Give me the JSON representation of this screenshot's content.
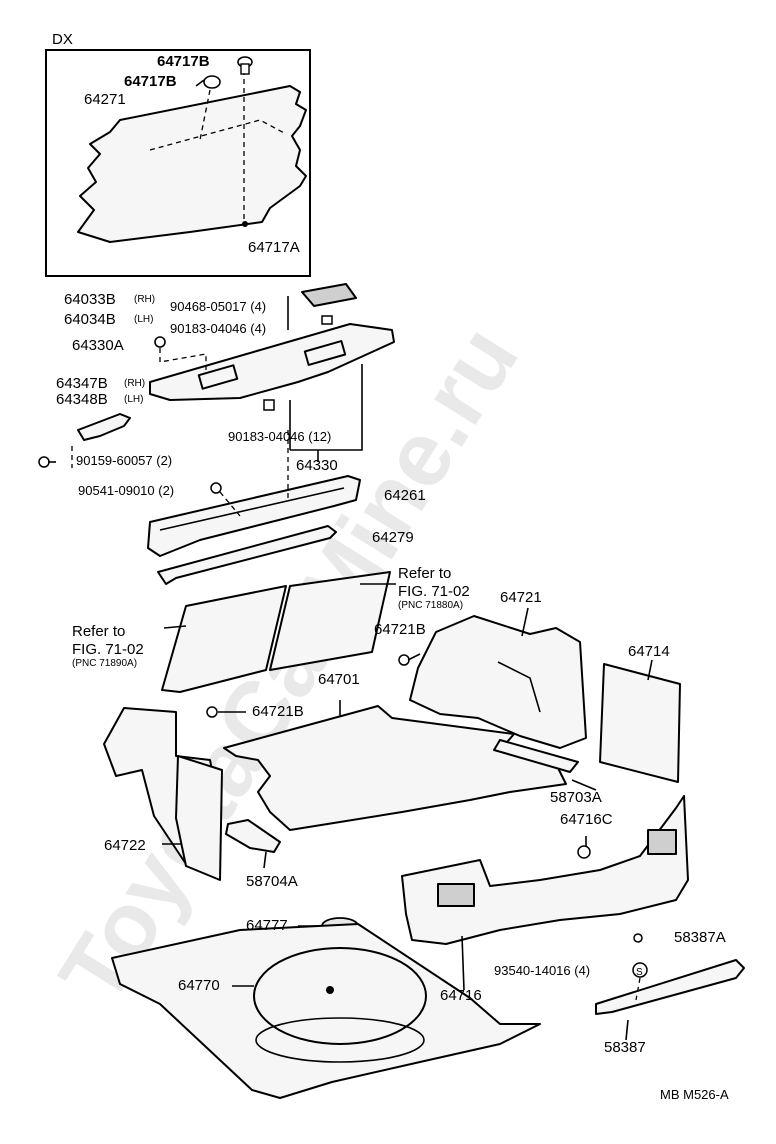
{
  "watermark": "ToyotaCarMine.ru",
  "inset_label": "DX",
  "footer_code": "MB M526-A",
  "labels": {
    "p64717b_1": "64717B",
    "p64717b_2": "64717B",
    "p64271": "64271",
    "p64717a": "64717A",
    "p64033b": "64033B",
    "rh_1": "(RH)",
    "p64034b": "64034B",
    "lh_1": "(LH)",
    "p90468": "90468-05017 (4)",
    "p90183_a": "90183-04046 (4)",
    "p64330a": "64330A",
    "p64347b": "64347B",
    "rh_2": "(RH)",
    "p64348b": "64348B",
    "lh_2": "(LH)",
    "p90183_b": "90183-04046 (12)",
    "p90159": "90159-60057 (2)",
    "p64330": "64330",
    "p90541": "90541-09010 (2)",
    "p64261": "64261",
    "p64279": "64279",
    "refer_1": "Refer to",
    "fig_1": "FIG. 71-02",
    "pnc_1": "(PNC 71880A)",
    "p64721": "64721",
    "refer_2": "Refer to",
    "fig_2": "FIG. 71-02",
    "pnc_2": "(PNC 71890A)",
    "p64721b_1": "64721B",
    "p64714": "64714",
    "p64701": "64701",
    "p64721b_2": "64721B",
    "p58703a": "58703A",
    "p64716c": "64716C",
    "p64722": "64722",
    "p58704a": "58704A",
    "p64777": "64777",
    "p58387a": "58387A",
    "p93540": "93540-14016 (4)",
    "p64770": "64770",
    "p64716": "64716",
    "p58387": "58387"
  }
}
